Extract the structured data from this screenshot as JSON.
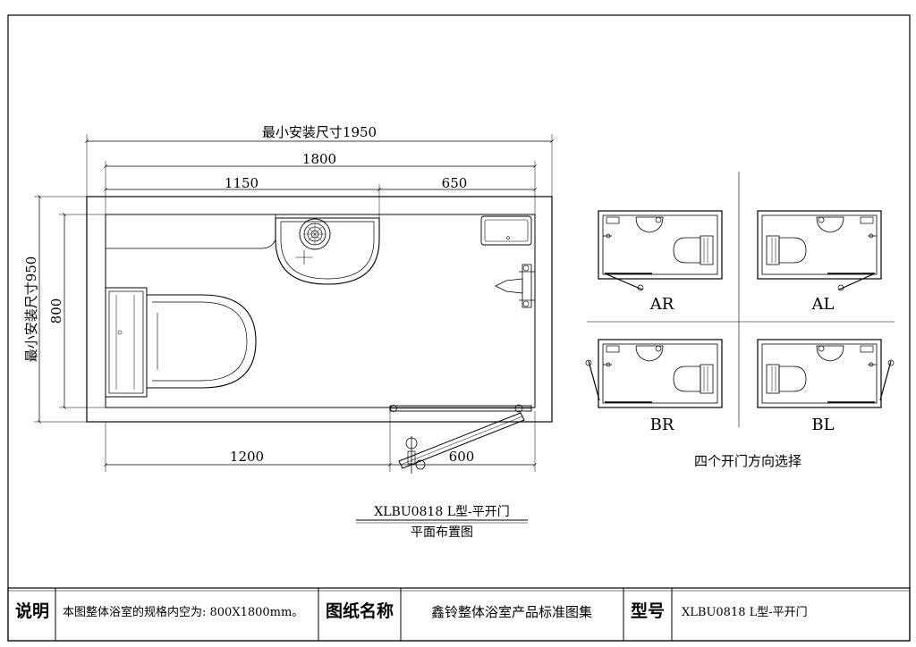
{
  "plan": {
    "min_install_width": "最小安装尺寸1950",
    "min_install_depth": "最小安装尺寸950",
    "dim_total": "1800",
    "dim_left": "1150",
    "dim_right": "650",
    "dim_depth": "800",
    "dim_bottom_left": "1200",
    "dim_door": "600",
    "title_model": "XLBU0818 L型-平开门",
    "title_caption": "平面布置图"
  },
  "variants": {
    "ar": "AR",
    "al": "AL",
    "br": "BR",
    "bl": "BL",
    "caption": "四个开门方向选择"
  },
  "footer": {
    "desc_label": "说明",
    "desc_text": "本图整体浴室的规格内空为: 800X1800mm。",
    "drawing_name_label": "图纸名称",
    "drawing_name": "鑫铃整体浴室产品标准图集",
    "model_label": "型号",
    "model": "XLBU0818 L型-平开门"
  },
  "colors": {
    "line": "#000000",
    "background": "#ffffff"
  }
}
